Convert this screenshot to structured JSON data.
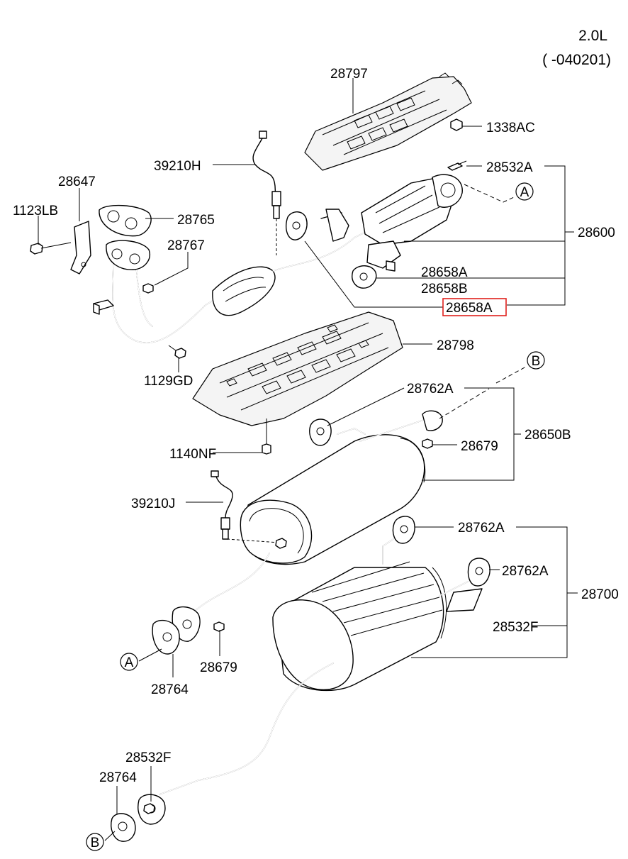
{
  "header": {
    "engine": "2.0L",
    "range": "( -040201)"
  },
  "callouts": {
    "c28797": "28797",
    "c1338AC": "1338AC",
    "c39210H": "39210H",
    "c28532A": "28532A",
    "c28647": "28647",
    "c1123LB": "1123LB",
    "c28765": "28765",
    "c28767": "28767",
    "c28600": "28600",
    "c28658A": "28658A",
    "c28658B": "28658B",
    "c28658A_hl": "28658A",
    "c28798": "28798",
    "c1129GD": "1129GD",
    "c28762A_1": "28762A",
    "c28650B": "28650B",
    "c28679_1": "28679",
    "c1140NF": "1140NF",
    "c39210J": "39210J",
    "c28762A_2": "28762A",
    "c28762A_3": "28762A",
    "c28700": "28700",
    "c28532F_1": "28532F",
    "c28679_2": "28679",
    "c28764_1": "28764",
    "c28532F_2": "28532F",
    "c28764_2": "28764"
  },
  "markers": {
    "a_top": "A",
    "b_top": "B",
    "a_bottom": "A",
    "b_bottom": "B"
  },
  "highlight": {
    "part_number": "28658A",
    "color": "#e0201c"
  }
}
